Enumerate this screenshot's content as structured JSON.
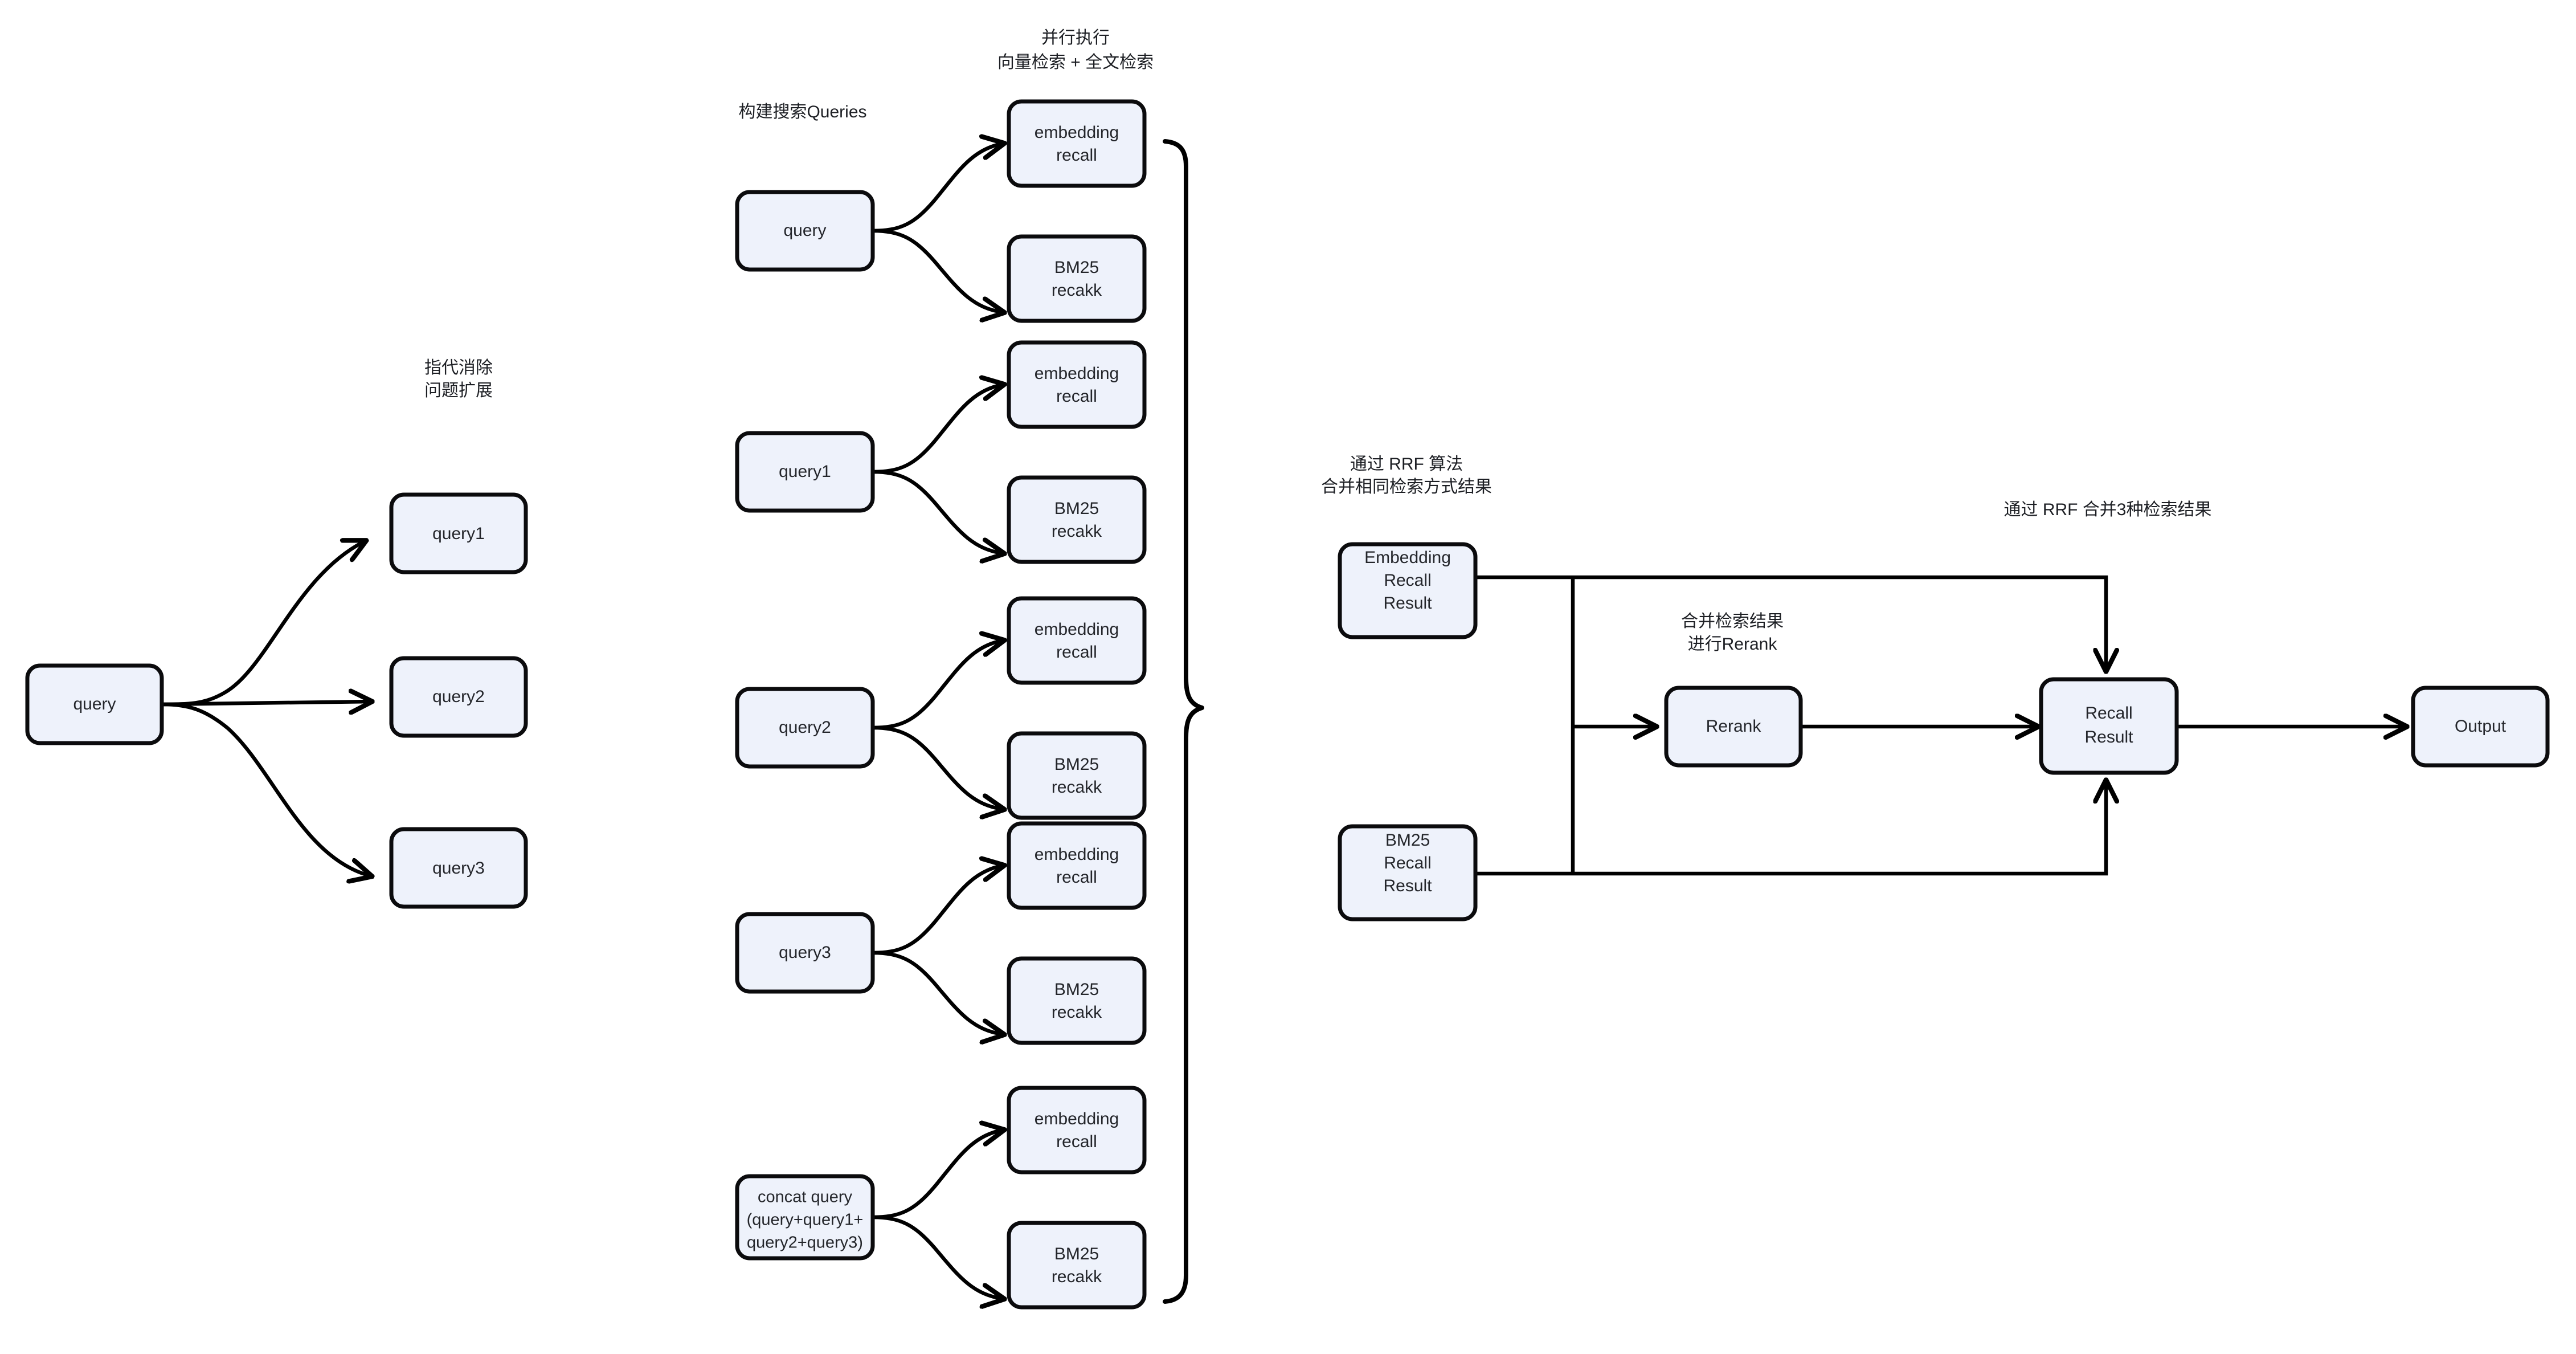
{
  "diagram": {
    "title_hidden": "",
    "colors": {
      "node_fill": "#eef2fb",
      "node_stroke": "#0b0b0d",
      "edge_stroke": "#000000",
      "text": "#24262b",
      "background": "#ffffff"
    },
    "annotations": [
      {
        "id": "anno-rewrite",
        "lines": [
          "指代消除",
          "问题扩展"
        ]
      },
      {
        "id": "anno-build",
        "lines": [
          "构建搜索Queries"
        ]
      },
      {
        "id": "anno-parallel",
        "lines": [
          "并行执行",
          "向量检索 + 全文检索"
        ]
      },
      {
        "id": "anno-rrf-same",
        "lines": [
          "通过 RRF 算法",
          "合并相同检索方式结果"
        ]
      },
      {
        "id": "anno-rerank",
        "lines": [
          "合并检索结果",
          "进行Rerank"
        ]
      },
      {
        "id": "anno-rrf3",
        "lines": [
          "通过 RRF 合并3种检索结果"
        ]
      }
    ],
    "stage1": {
      "source": {
        "id": "q-src",
        "label": "query"
      },
      "targets": [
        {
          "id": "q1",
          "label": "query1"
        },
        {
          "id": "q2",
          "label": "query2"
        },
        {
          "id": "q3",
          "label": "query3"
        }
      ]
    },
    "stage2": {
      "groups": [
        {
          "id": "grp-query",
          "source": {
            "id": "s-query",
            "label": "query"
          },
          "recalls": [
            {
              "id": "e-0",
              "lines": [
                "embedding",
                "recall"
              ]
            },
            {
              "id": "b-0",
              "lines": [
                "BM25",
                "recakk"
              ]
            }
          ]
        },
        {
          "id": "grp-query1",
          "source": {
            "id": "s-query1",
            "label": "query1"
          },
          "recalls": [
            {
              "id": "e-1",
              "lines": [
                "embedding",
                "recall"
              ]
            },
            {
              "id": "b-1",
              "lines": [
                "BM25",
                "recakk"
              ]
            }
          ]
        },
        {
          "id": "grp-query2",
          "source": {
            "id": "s-query2",
            "label": "query2"
          },
          "recalls": [
            {
              "id": "e-2",
              "lines": [
                "embedding",
                "recall"
              ]
            },
            {
              "id": "b-2",
              "lines": [
                "BM25",
                "recakk"
              ]
            }
          ]
        },
        {
          "id": "grp-query3",
          "source": {
            "id": "s-query3",
            "label": "query3"
          },
          "recalls": [
            {
              "id": "e-3",
              "lines": [
                "embedding",
                "recall"
              ]
            },
            {
              "id": "b-3",
              "lines": [
                "BM25",
                "recakk"
              ]
            }
          ]
        },
        {
          "id": "grp-concat",
          "source": {
            "id": "s-concat",
            "lines": [
              "concat query",
              "(query+query1+",
              "query2+query3)"
            ]
          },
          "recalls": [
            {
              "id": "e-4",
              "lines": [
                "embedding",
                "recall"
              ]
            },
            {
              "id": "b-4",
              "lines": [
                "BM25",
                "recakk"
              ]
            }
          ]
        }
      ]
    },
    "stage3": {
      "embedding_recall_result": {
        "id": "emb-res",
        "lines": [
          "Embedding",
          "Recall",
          "Result"
        ]
      },
      "bm25_recall_result": {
        "id": "bm25-res",
        "lines": [
          "BM25",
          "Recall",
          "Result"
        ]
      },
      "rerank": {
        "id": "rerank",
        "label": "Rerank"
      },
      "recall_result": {
        "id": "recall-res",
        "lines": [
          "Recall",
          "Result"
        ]
      },
      "output": {
        "id": "output",
        "label": "Output"
      }
    }
  }
}
